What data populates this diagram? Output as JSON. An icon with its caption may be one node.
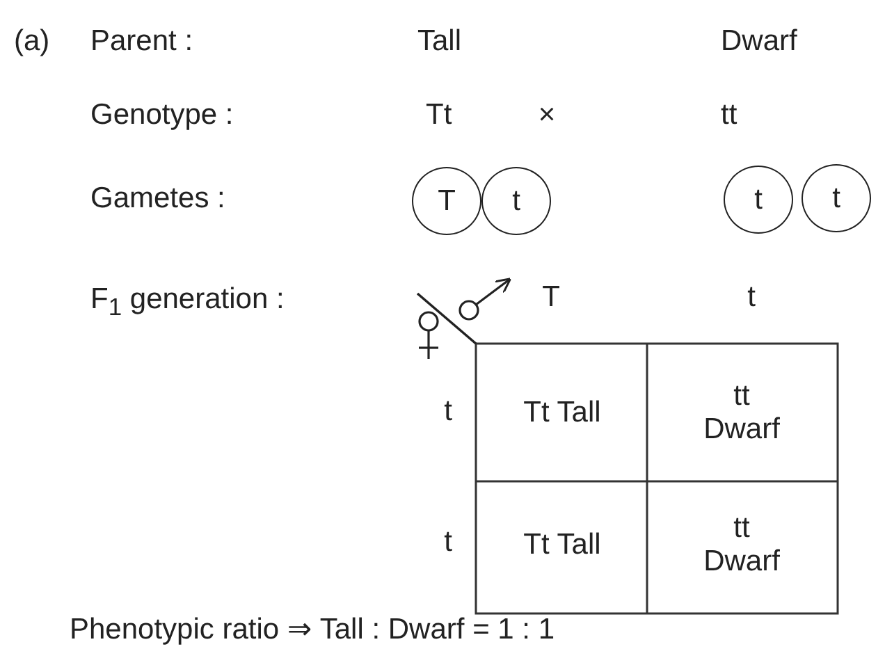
{
  "diagram": {
    "nodes": [
      {
        "text": [
          "T"
        ]
      },
      {
        "text": [
          "t"
        ]
      },
      {
        "text": [
          "t"
        ]
      },
      {
        "text": [
          "t"
        ]
      }
    ],
    "labels": [
      "(a)",
      "Parent :",
      "Tall",
      "Dwarf",
      "Genotype :",
      "Tt",
      "×",
      "tt",
      "Gametes :",
      "F$_{1}$ generation :",
      "T",
      "t",
      "t",
      "Tt Tall",
      "tt Dwarf",
      "t",
      "Tt Tall",
      "tt Dwarf",
      "Phenotypic ratio ⇒ Tall : Dwarf = 1 : 1"
    ]
  }
}
